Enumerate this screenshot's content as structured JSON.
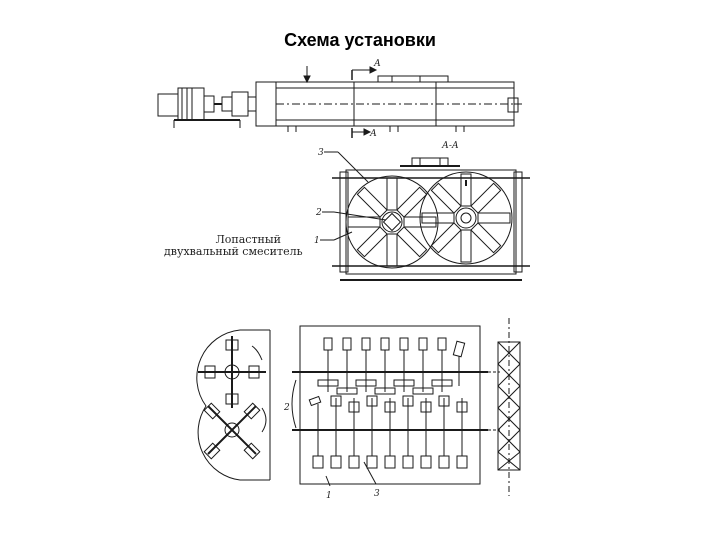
{
  "slide": {
    "title": "Схема установки"
  },
  "side_view": {
    "section_mark_top": "А",
    "section_mark_bottom": "А"
  },
  "section_view": {
    "section_label": "А-А",
    "callouts": [
      "3",
      "2",
      "1"
    ],
    "caption_line1": "Лопастный",
    "caption_line2": "двухвальный смеситель"
  },
  "plan_view": {
    "callouts": [
      "2",
      "1",
      "3"
    ]
  }
}
